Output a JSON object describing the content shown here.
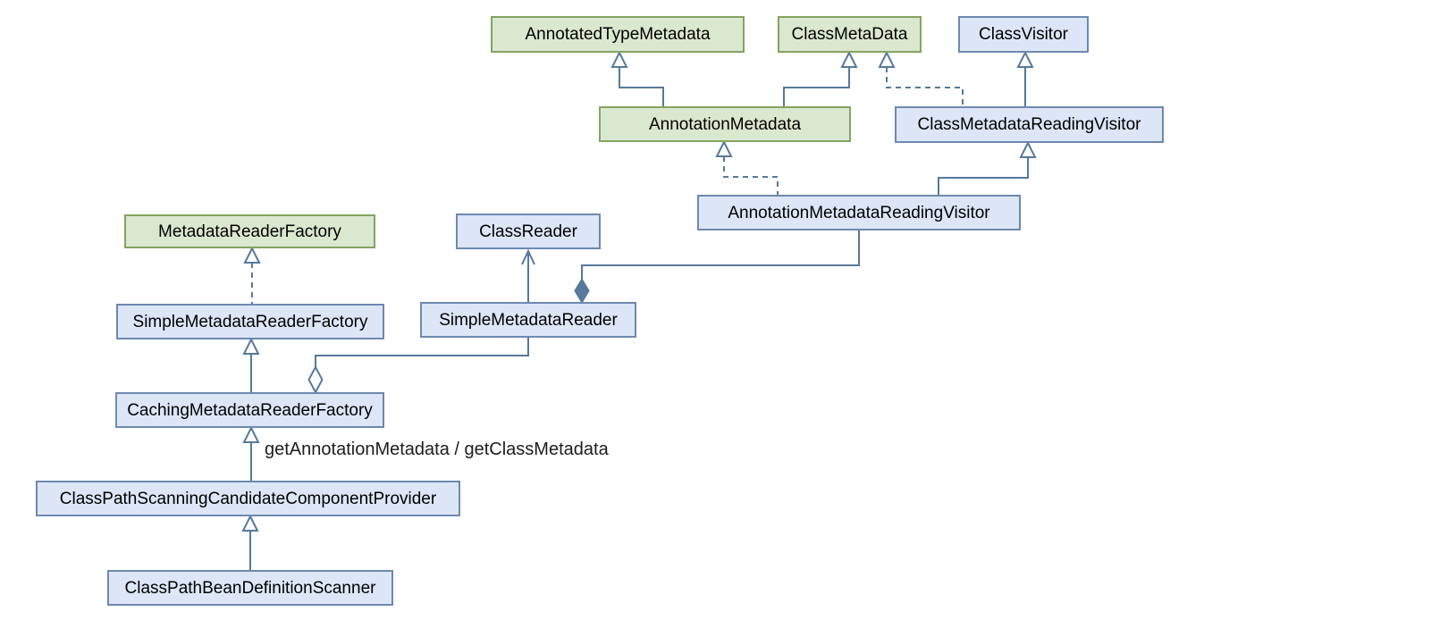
{
  "diagram": {
    "type": "uml-class-diagram",
    "edge_label": "getAnnotationMetadata / getClassMetadata",
    "colors": {
      "interface_fill": "#dbe8d0",
      "interface_border": "#85a35f",
      "class_fill": "#dce6f7",
      "class_border": "#6e88b0",
      "line": "#56799c",
      "label_text": "#1c1c1c",
      "node_text": "#000000",
      "background": "#ffffff"
    },
    "nodes": [
      {
        "id": "AnnotatedTypeMetadata",
        "label": "AnnotatedTypeMetadata",
        "kind": "interface"
      },
      {
        "id": "ClassMetaData",
        "label": "ClassMetaData",
        "kind": "interface"
      },
      {
        "id": "ClassVisitor",
        "label": "ClassVisitor",
        "kind": "class"
      },
      {
        "id": "AnnotationMetadata",
        "label": "AnnotationMetadata",
        "kind": "interface"
      },
      {
        "id": "ClassMetadataReadingVisitor",
        "label": "ClassMetadataReadingVisitor",
        "kind": "class"
      },
      {
        "id": "AnnotationMetadataReadingVisitor",
        "label": "AnnotationMetadataReadingVisitor",
        "kind": "class"
      },
      {
        "id": "MetadataReaderFactory",
        "label": "MetadataReaderFactory",
        "kind": "interface"
      },
      {
        "id": "ClassReader",
        "label": "ClassReader",
        "kind": "class"
      },
      {
        "id": "SimpleMetadataReaderFactory",
        "label": "SimpleMetadataReaderFactory",
        "kind": "class"
      },
      {
        "id": "SimpleMetadataReader",
        "label": "SimpleMetadataReader",
        "kind": "class"
      },
      {
        "id": "CachingMetadataReaderFactory",
        "label": "CachingMetadataReaderFactory",
        "kind": "class"
      },
      {
        "id": "ClassPathScanningCandidateComponentProvider",
        "label": "ClassPathScanningCandidateComponentProvider",
        "kind": "class"
      },
      {
        "id": "ClassPathBeanDefinitionScanner",
        "label": "ClassPathBeanDefinitionScanner",
        "kind": "class"
      }
    ],
    "edges": [
      {
        "from": "AnnotationMetadata",
        "to": "AnnotatedTypeMetadata",
        "type": "generalization",
        "line": "solid"
      },
      {
        "from": "AnnotationMetadata",
        "to": "ClassMetaData",
        "type": "generalization",
        "line": "solid"
      },
      {
        "from": "ClassMetadataReadingVisitor",
        "to": "ClassMetaData",
        "type": "realization",
        "line": "dashed"
      },
      {
        "from": "ClassMetadataReadingVisitor",
        "to": "ClassVisitor",
        "type": "generalization",
        "line": "solid"
      },
      {
        "from": "AnnotationMetadataReadingVisitor",
        "to": "AnnotationMetadata",
        "type": "realization",
        "line": "dashed"
      },
      {
        "from": "AnnotationMetadataReadingVisitor",
        "to": "ClassMetadataReadingVisitor",
        "type": "generalization",
        "line": "solid"
      },
      {
        "from": "SimpleMetadataReader",
        "to": "AnnotationMetadataReadingVisitor",
        "type": "composition",
        "line": "solid"
      },
      {
        "from": "SimpleMetadataReader",
        "to": "ClassReader",
        "type": "association-arrow",
        "line": "solid"
      },
      {
        "from": "SimpleMetadataReaderFactory",
        "to": "MetadataReaderFactory",
        "type": "realization",
        "line": "dashed"
      },
      {
        "from": "CachingMetadataReaderFactory",
        "to": "SimpleMetadataReaderFactory",
        "type": "generalization",
        "line": "solid"
      },
      {
        "from": "CachingMetadataReaderFactory",
        "to": "SimpleMetadataReader",
        "type": "aggregation",
        "line": "solid"
      },
      {
        "from": "ClassPathScanningCandidateComponentProvider",
        "to": "CachingMetadataReaderFactory",
        "type": "generalization",
        "line": "solid",
        "label": "getAnnotationMetadata / getClassMetadata"
      },
      {
        "from": "ClassPathBeanDefinitionScanner",
        "to": "ClassPathScanningCandidateComponentProvider",
        "type": "generalization",
        "line": "solid"
      }
    ]
  }
}
